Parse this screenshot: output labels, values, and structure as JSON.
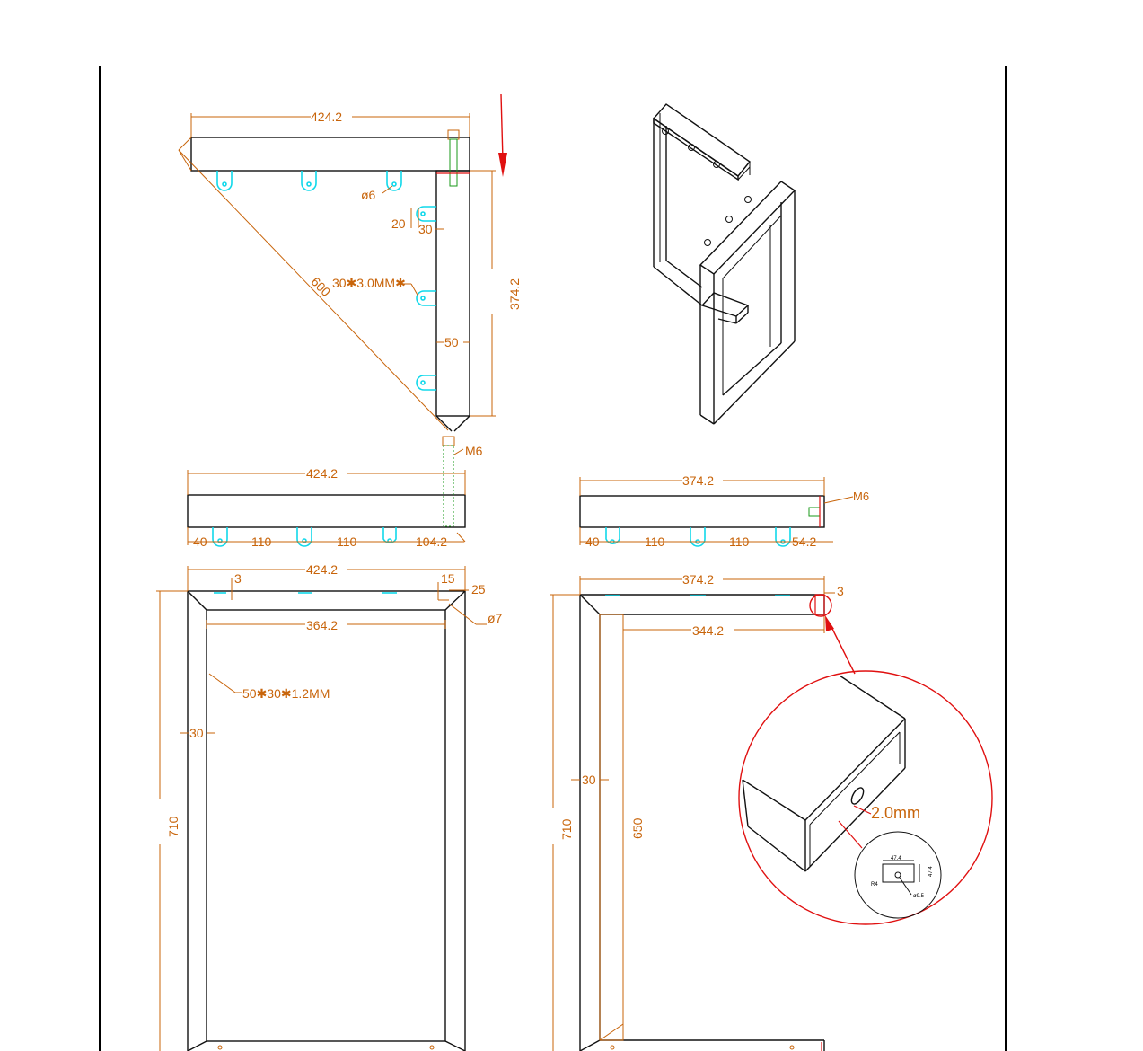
{
  "view_top": {
    "width_dim": "424.2",
    "diag_dim": "600",
    "hole_dim": "ø6",
    "slot_w": "20",
    "slot_off": "30",
    "tube_spec": "30✱3.0MM✱",
    "slot_pitch": "50",
    "height_dim": "374.2"
  },
  "view_side_left": {
    "width_dim": "424.2",
    "bolt": "M6",
    "d1": "40",
    "d2": "110",
    "d3": "110",
    "d4": "104.2"
  },
  "view_side_right": {
    "width_dim": "374.2",
    "bolt": "M6",
    "d1": "40",
    "d2": "110",
    "d3": "110",
    "d4": "54.2"
  },
  "frame_left": {
    "outer_w": "424.2",
    "corner_3": "3",
    "corner_15": "15",
    "corner_25": "25",
    "hole_7": "ø7",
    "inner_w": "364.2",
    "tube_spec": "50✱30✱1.2MM",
    "side_30": "30",
    "height": "710"
  },
  "frame_right": {
    "outer_w": "374.2",
    "corner_3": "3",
    "inner_w": "344.2",
    "side_30": "30",
    "height": "710",
    "inner_h": "650"
  },
  "detail": {
    "wall": "2.0mm",
    "slot_a": "47.4",
    "slot_b": "47.4",
    "radius": "R4",
    "hole": "ø9.5"
  }
}
